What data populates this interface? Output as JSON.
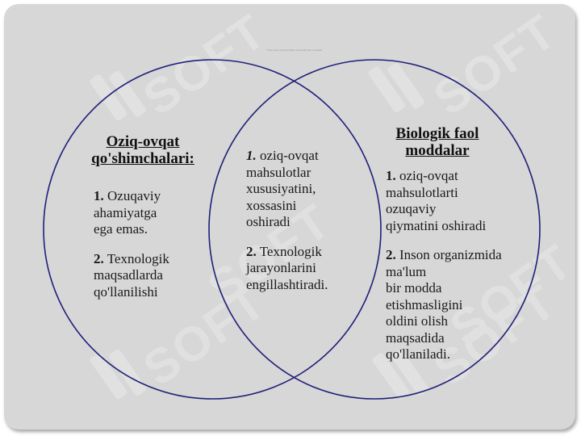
{
  "slide_title_small": "Oziq-ovqat qo'shimchalari va biologik faol moddalar",
  "watermark_text": "SOFT",
  "left": {
    "title_lines": [
      "Oziq-ovqat",
      "qo'shimchalari:"
    ],
    "items": [
      {
        "num": "1.",
        "lines": [
          "Ozuqaviy",
          "ahamiyatga",
          "ega emas."
        ]
      },
      {
        "num": "2.",
        "lines": [
          "Texnologik",
          "maqsadlarda",
          "qo'llanilishi"
        ]
      }
    ]
  },
  "center": {
    "items": [
      {
        "num": "1.",
        "lines": [
          "oziq-ovqat",
          "mahsulotlar",
          "xususiyatini,",
          "xossasini",
          "oshiradi"
        ]
      },
      {
        "num": "2.",
        "lines": [
          "Texnologik",
          "jarayonlarini",
          "engillashtiradi."
        ]
      }
    ]
  },
  "right": {
    "title_lines": [
      "Biologik faol",
      "moddalar"
    ],
    "items": [
      {
        "num": "1.",
        "lines": [
          "oziq-ovqat",
          "mahsulotlarti",
          "ozuqaviy",
          "qiymatini oshiradi"
        ]
      },
      {
        "num": "2.",
        "lines": [
          "Inson organizmida",
          "ma'lum",
          "bir modda",
          "etishmasligini",
          "oldini olish",
          "maqsadida",
          "qo'llaniladi."
        ]
      }
    ]
  },
  "colors": {
    "circle_stroke": "#1f1f7a",
    "background": "#d7d7d7",
    "watermark": "#e9e9e9"
  }
}
